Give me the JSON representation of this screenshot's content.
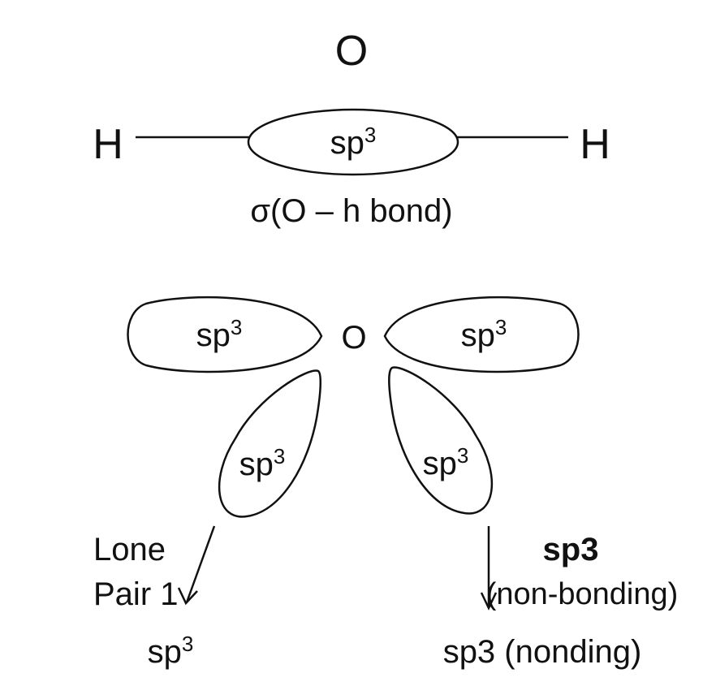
{
  "top": {
    "oxygen": "O",
    "hydrogen_left": "H",
    "hydrogen_right": "H",
    "orbital": {
      "base": "sp",
      "exponent": "3"
    },
    "bond_caption": "σ(O – h bond)"
  },
  "bottom": {
    "oxygen": "O",
    "orbital_upper_left": {
      "base": "sp",
      "exponent": "3"
    },
    "orbital_upper_right": {
      "base": "sp",
      "exponent": "3"
    },
    "orbital_lower_left": {
      "base": "sp",
      "exponent": "3"
    },
    "orbital_lower_right": {
      "base": "sp",
      "exponent": "3"
    },
    "left_annotation": {
      "line1": "Lone",
      "line2": "Pair 1"
    },
    "left_caption": {
      "base": "sp",
      "exponent": "3"
    },
    "right_annotation": {
      "title": "sp3",
      "subtitle": "(non-bonding)"
    },
    "right_caption": "sp3 (nonding)"
  },
  "colors": {
    "ink": "#111111",
    "background": "#ffffff"
  }
}
